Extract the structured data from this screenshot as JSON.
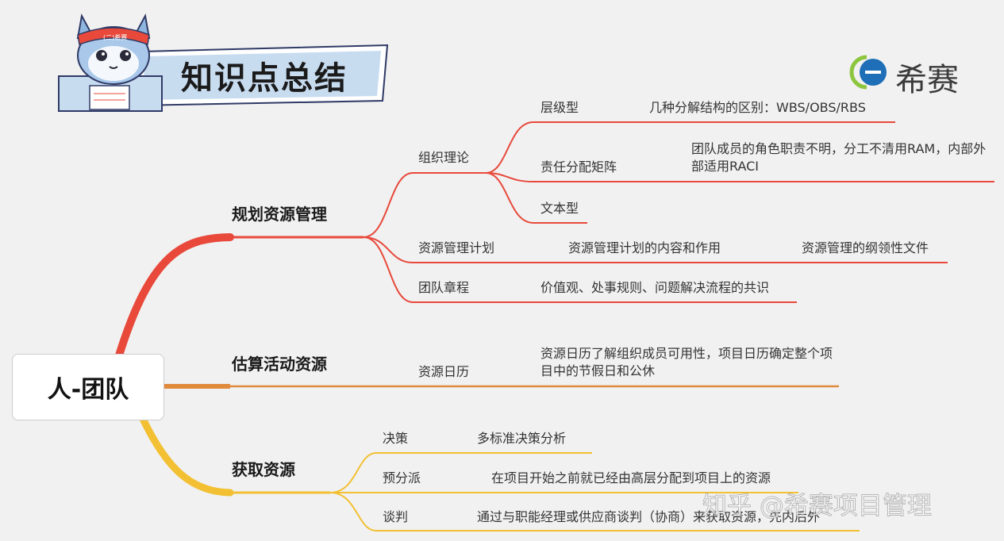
{
  "header": {
    "title": "知识点总结",
    "mascot_badge": "(二)希赛",
    "logo_text": "希赛"
  },
  "root": {
    "label": "人-团队"
  },
  "branches": [
    {
      "label": "规划资源管理",
      "color": "#e8493b",
      "children": [
        {
          "label": "组织理论",
          "children": [
            {
              "label": "层级型",
              "detail": "几种分解结构的区别：WBS/OBS/RBS"
            },
            {
              "label": "责任分配矩阵",
              "detail": "团队成员的角色职责不明，分工不清用RAM，内部外部适用RACI"
            },
            {
              "label": "文本型"
            }
          ]
        },
        {
          "label": "资源管理计划",
          "detail": "资源管理计划的内容和作用",
          "detail2": "资源管理的纲领性文件"
        },
        {
          "label": "团队章程",
          "detail": "价值观、处事规则、问题解决流程的共识"
        }
      ]
    },
    {
      "label": "估算活动资源",
      "color": "#e08a3c",
      "children": [
        {
          "label": "资源日历",
          "detail": "资源日历了解组织成员可用性，项目日历确定整个项目中的节假日和公休"
        }
      ]
    },
    {
      "label": "获取资源",
      "color": "#f2c032",
      "children": [
        {
          "label": "决策",
          "detail": "多标准决策分析"
        },
        {
          "label": "预分派",
          "detail": "在项目开始之前就已经由高层分配到项目上的资源"
        },
        {
          "label": "谈判",
          "detail": "通过与职能经理或供应商谈判（协商）来获取资源，先内后外"
        }
      ]
    }
  ],
  "watermark": "知乎 @希赛项目管理"
}
